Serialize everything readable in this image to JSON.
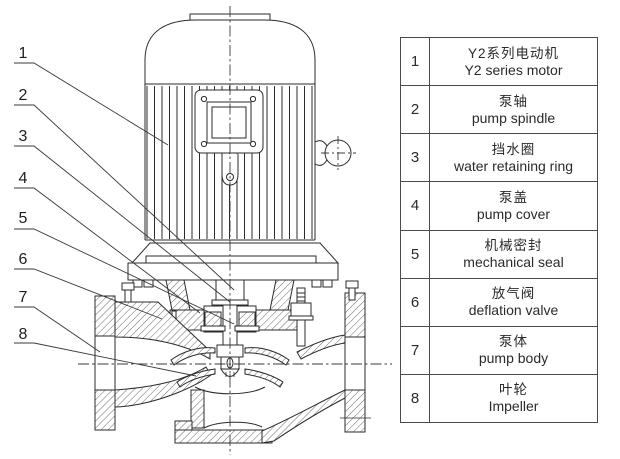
{
  "colors": {
    "line": "#2b2b2b",
    "leader": "#3a3a3a",
    "background": "#ffffff",
    "text": "#1e1e1e"
  },
  "diagram": {
    "description": "vertical pipeline pump cross-section",
    "callouts": [
      {
        "num": "1"
      },
      {
        "num": "2"
      },
      {
        "num": "3"
      },
      {
        "num": "4"
      },
      {
        "num": "5"
      },
      {
        "num": "6"
      },
      {
        "num": "7"
      },
      {
        "num": "8"
      }
    ]
  },
  "table": {
    "rows": [
      {
        "num": "1",
        "zh": "Y2系列电动机",
        "en": "Y2 series motor"
      },
      {
        "num": "2",
        "zh": "泵轴",
        "en": "pump spindle"
      },
      {
        "num": "3",
        "zh": "挡水圈",
        "en": "water retaining ring"
      },
      {
        "num": "4",
        "zh": "泵盖",
        "en": "pump cover"
      },
      {
        "num": "5",
        "zh": "机械密封",
        "en": "mechanical seal"
      },
      {
        "num": "6",
        "zh": "放气阀",
        "en": "deflation valve"
      },
      {
        "num": "7",
        "zh": "泵体",
        "en": "pump body"
      },
      {
        "num": "8",
        "zh": "叶轮",
        "en": "Impeller"
      }
    ]
  }
}
